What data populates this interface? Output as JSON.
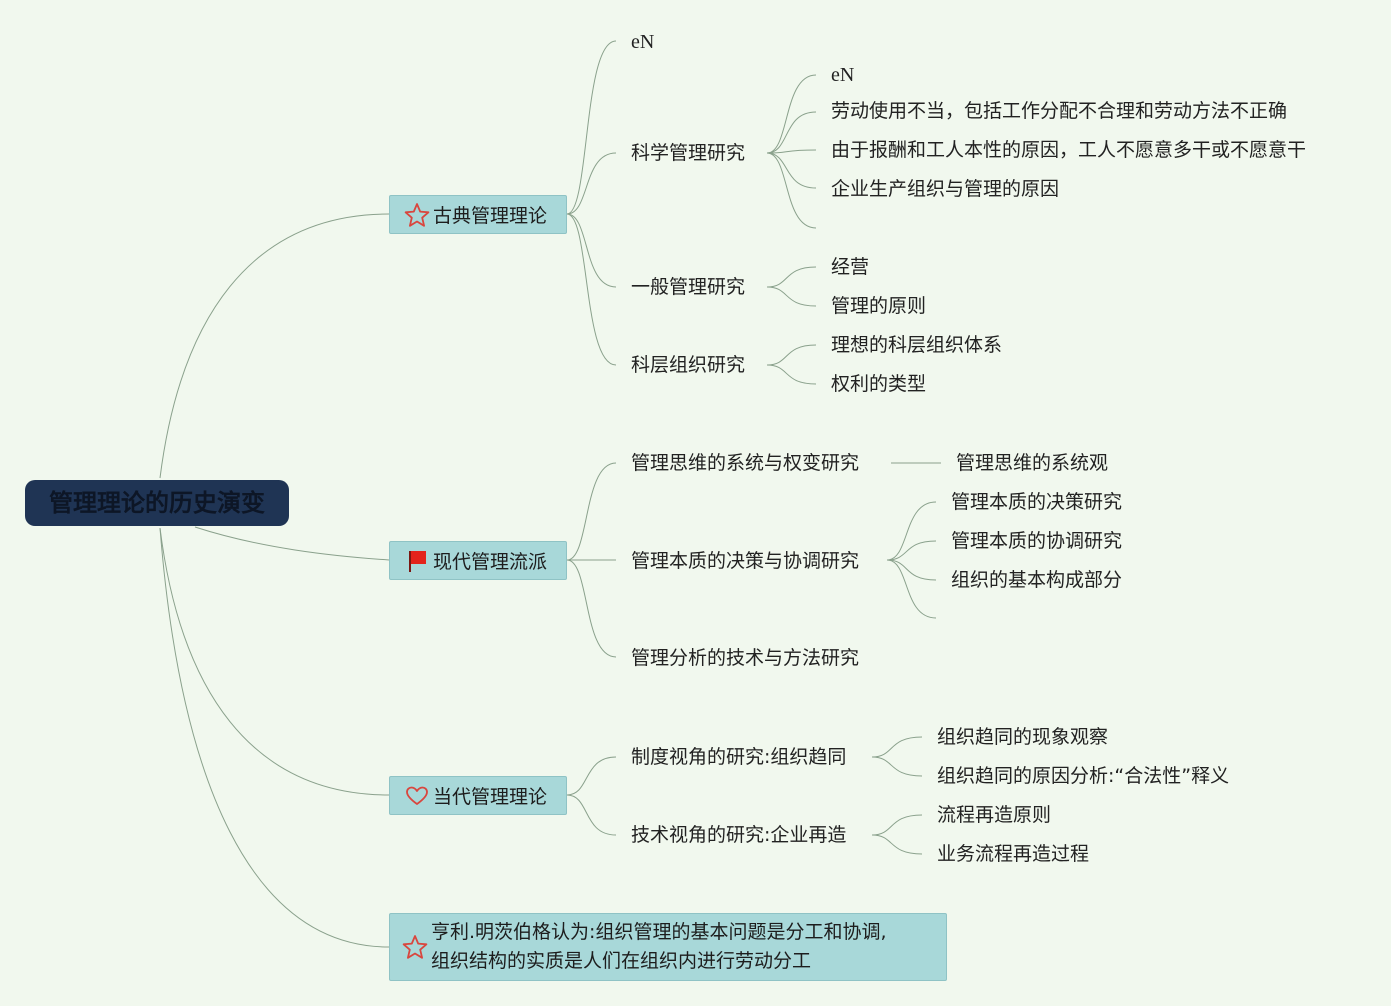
{
  "root": {
    "label": "管理理论的历史演变"
  },
  "branches": [
    {
      "label": "古典管理理论",
      "icon": "star-outline-icon",
      "children": [
        {
          "label": "eN"
        },
        {
          "label": "科学管理研究",
          "children": [
            "eN",
            "劳动使用不当，包括工作分配不合理和劳动方法不正确",
            "由于报酬和工人本性的原因，工人不愿意多干或不愿意干",
            "企业生产组织与管理的原因"
          ]
        },
        {
          "label": "一般管理研究",
          "children": [
            "经营",
            "管理的原则"
          ]
        },
        {
          "label": "科层组织研究",
          "children": [
            "理想的科层组织体系",
            "权利的类型"
          ]
        }
      ]
    },
    {
      "label": "现代管理流派",
      "icon": "red-flag-icon",
      "children": [
        {
          "label": "管理思维的系统与权变研究",
          "children": [
            "管理思维的系统观"
          ]
        },
        {
          "label": "管理本质的决策与协调研究",
          "children": [
            "管理本质的决策研究",
            "管理本质的协调研究",
            "组织的基本构成部分"
          ]
        },
        {
          "label": "管理分析的技术与方法研究"
        }
      ]
    },
    {
      "label": "当代管理理论",
      "icon": "heart-outline-icon",
      "children": [
        {
          "label": "制度视角的研究:组织趋同",
          "children": [
            "组织趋同的现象观察",
            "组织趋同的原因分析:“合法性”释义"
          ]
        },
        {
          "label": "技术视角的研究:企业再造",
          "children": [
            "流程再造原则",
            "业务流程再造过程"
          ]
        }
      ]
    },
    {
      "label_line1": "亨利.明茨伯格认为:组织管理的基本问题是分工和协调,",
      "label_line2": "组织结构的实质是人们在组织内进行劳动分工",
      "icon": "star-outline-icon"
    }
  ],
  "colors": {
    "background": "#f1f8ee",
    "root_fill": "#1f3454",
    "branch_fill": "#a8d8d9",
    "line": "#8aa18c",
    "star": "#d9463e",
    "flag": "#e3231b"
  }
}
